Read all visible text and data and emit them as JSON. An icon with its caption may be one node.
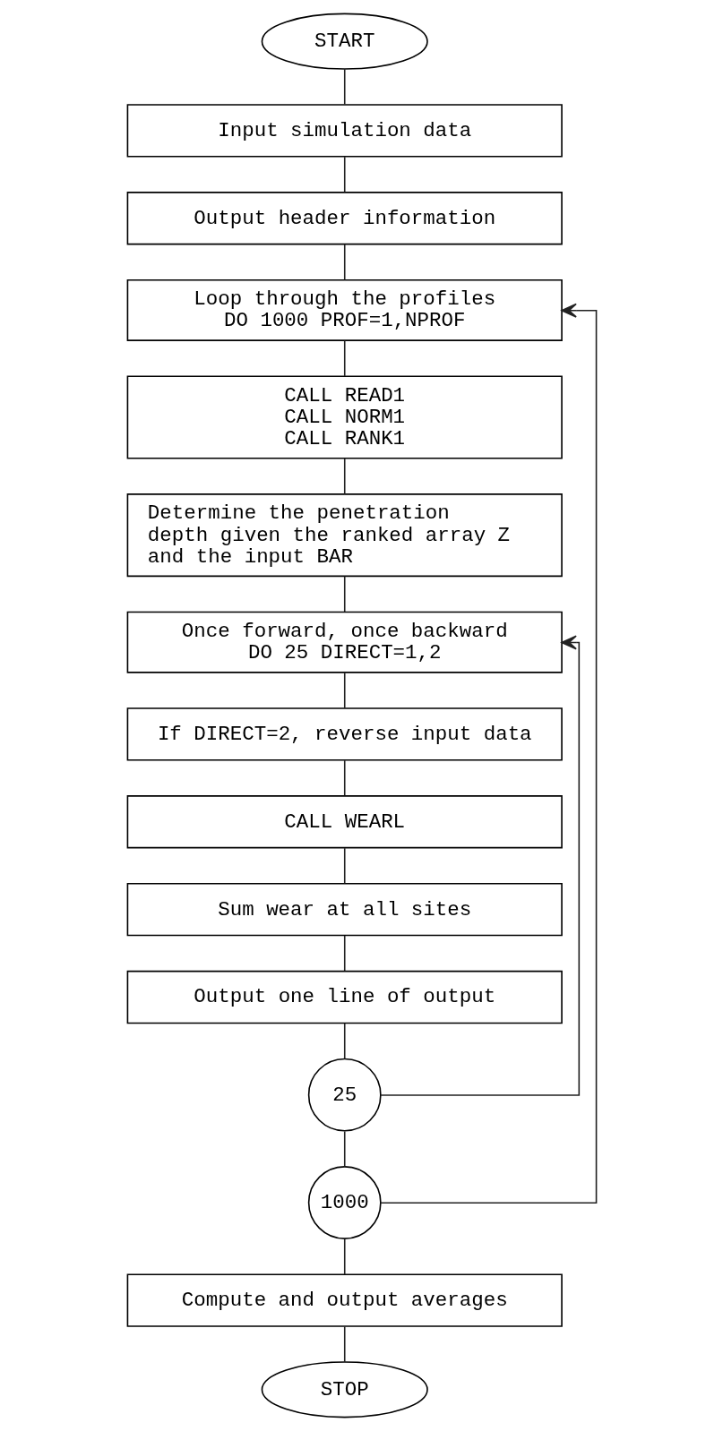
{
  "diagram": {
    "nodes": [
      {
        "text": [
          "START"
        ]
      },
      {
        "text": [
          "Input simulation data"
        ]
      },
      {
        "text": [
          "Output header information"
        ]
      },
      {
        "text": [
          "Loop through the profiles",
          "DO 1000 PROF=1,NPROF"
        ]
      },
      {
        "text": [
          "CALL READ1",
          "CALL NORM1",
          "CALL RANK1"
        ]
      },
      {
        "text": [
          "Determine the penetration depth given the ranked array Z and the input BAR"
        ]
      },
      {
        "text": [
          "Once forward, once backward",
          "DO 25 DIRECT=1,2"
        ]
      },
      {
        "text": [
          "If DIRECT=2, reverse input data"
        ]
      },
      {
        "text": [
          "CALL WEARL"
        ]
      },
      {
        "text": [
          "Sum wear at all sites"
        ]
      },
      {
        "text": [
          "Output one line of output"
        ]
      },
      {
        "text": [
          "25"
        ]
      },
      {
        "text": [
          "1000"
        ]
      },
      {
        "text": [
          "Compute and output averages"
        ]
      },
      {
        "text": [
          "STOP"
        ]
      }
    ],
    "edges": [
      {
        "from": 0,
        "to": 1,
        "arrow": "none"
      },
      {
        "from": 1,
        "to": 2,
        "arrow": "none"
      },
      {
        "from": 2,
        "to": 3,
        "arrow": "none"
      },
      {
        "from": 3,
        "to": 4,
        "arrow": "none"
      },
      {
        "from": 4,
        "to": 5,
        "arrow": "none"
      },
      {
        "from": 5,
        "to": 6,
        "arrow": "none"
      },
      {
        "from": 6,
        "to": 7,
        "arrow": "none"
      },
      {
        "from": 7,
        "to": 8,
        "arrow": "none"
      },
      {
        "from": 8,
        "to": 9,
        "arrow": "none"
      },
      {
        "from": 9,
        "to": 10,
        "arrow": "none"
      },
      {
        "from": 10,
        "to": 11,
        "arrow": "none"
      },
      {
        "from": 11,
        "to": 12,
        "arrow": "none"
      },
      {
        "from": 12,
        "to": 13,
        "arrow": "none"
      },
      {
        "from": 13,
        "to": 14,
        "arrow": "none"
      },
      {
        "from": 11,
        "to": 6,
        "arrow": "to"
      },
      {
        "from": 12,
        "to": 3,
        "arrow": "to"
      }
    ]
  }
}
